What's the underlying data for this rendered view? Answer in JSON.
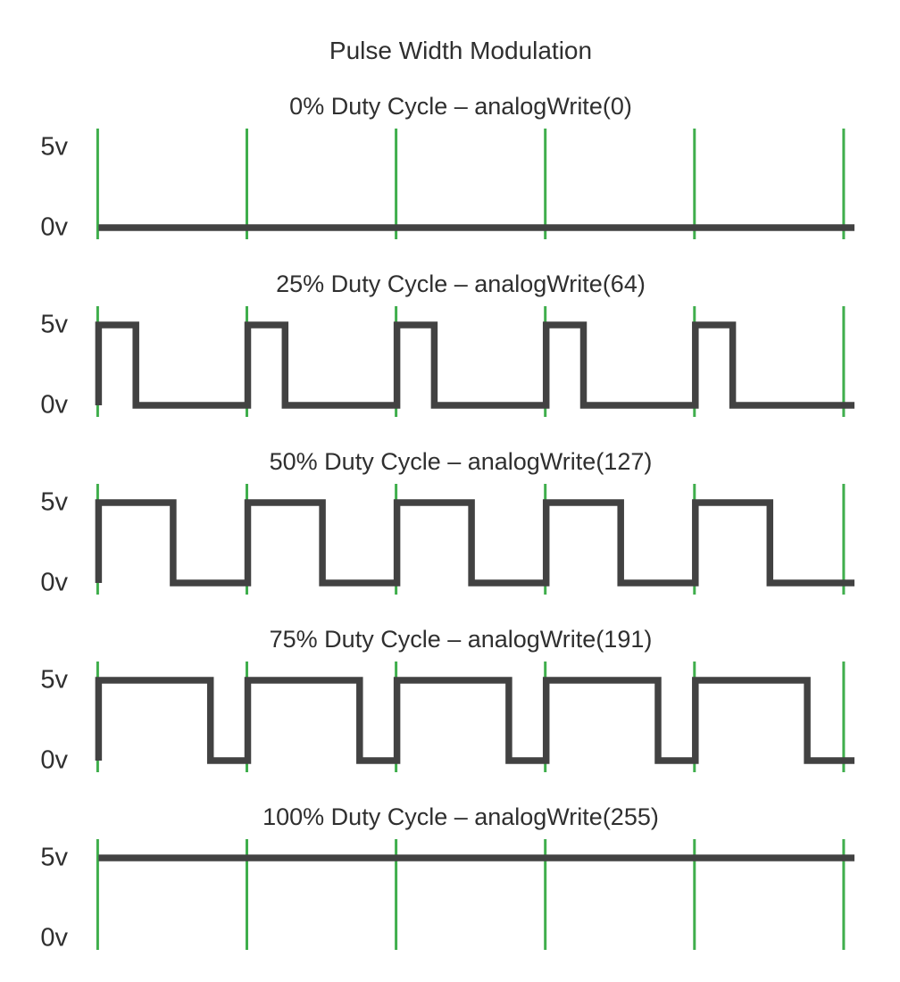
{
  "page": {
    "title": "Pulse Width Modulation"
  },
  "axis_labels": {
    "high": "5v",
    "low": "0v"
  },
  "panels": [
    {
      "title": "0% Duty Cycle – analogWrite(0)",
      "duty_cycle_percent": 0,
      "analog_write_value": 0
    },
    {
      "title": "25% Duty Cycle – analogWrite(64)",
      "duty_cycle_percent": 25,
      "analog_write_value": 64
    },
    {
      "title": "50% Duty Cycle – analogWrite(127)",
      "duty_cycle_percent": 50,
      "analog_write_value": 127
    },
    {
      "title": "75% Duty Cycle – analogWrite(191)",
      "duty_cycle_percent": 75,
      "analog_write_value": 191
    },
    {
      "title": "100% Duty Cycle – analogWrite(255)",
      "duty_cycle_percent": 100,
      "analog_write_value": 255
    }
  ],
  "chart_data": {
    "type": "line",
    "subtype": "square-wave-oscilloscope",
    "title": "Pulse Width Modulation",
    "y_levels": {
      "high_label": "5v",
      "low_label": "0v",
      "high_volts": 5,
      "low_volts": 0
    },
    "periods_shown": 5,
    "gridlines_per_panel": 6,
    "grid_on": true,
    "series": [
      {
        "name": "0% Duty Cycle – analogWrite(0)",
        "duty_cycle_percent": 0
      },
      {
        "name": "25% Duty Cycle – analogWrite(64)",
        "duty_cycle_percent": 25
      },
      {
        "name": "50% Duty Cycle – analogWrite(127)",
        "duty_cycle_percent": 50
      },
      {
        "name": "75% Duty Cycle – analogWrite(191)",
        "duty_cycle_percent": 75
      },
      {
        "name": "100% Duty Cycle – analogWrite(255)",
        "duty_cycle_percent": 100
      }
    ]
  },
  "colors": {
    "gridline_green": "#3fae4c",
    "waveform_dark": "#424242",
    "text_dark": "#2f2f2f"
  }
}
